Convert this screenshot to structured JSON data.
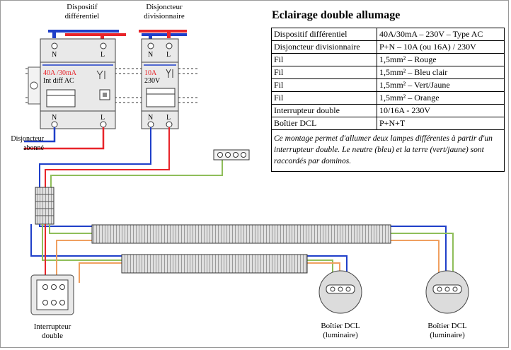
{
  "title": "Eclairage double allumage",
  "table": [
    [
      "Dispositif différentiel",
      "40A/30mA – 230V – Type AC"
    ],
    [
      "Disjoncteur divisionnaire",
      "P+N – 10A (ou 16A) / 230V"
    ],
    [
      "Fil",
      "1,5mm² – Rouge"
    ],
    [
      "Fil",
      "1,5mm² – Bleu clair"
    ],
    [
      "Fil",
      "1,5mm² – Vert/Jaune"
    ],
    [
      "Fil",
      "1,5mm² – Orange"
    ],
    [
      "Interrupteur double",
      "10/16A - 230V"
    ],
    [
      "Boîtier DCL",
      "P+N+T"
    ]
  ],
  "note": "Ce montage permet d'allumer deux lampes différentes à partir d'un interrupteur double. Le neutre (bleu) et la terre (vert/jaune) sont raccordés par dominos.",
  "labels": {
    "differential": "Dispositif\ndifférentiel",
    "breaker": "Disjoncteur\ndivisionnaire",
    "disjoncteur_abonne": "Disjoncteur\nabonné",
    "switch": "Interrupteur\ndouble",
    "dcl1": "Boîtier DCL\n(luminaire)",
    "dcl2": "Boîtier DCL\n(luminaire)"
  },
  "device_text": {
    "diff_rating": "40A /30mA",
    "diff_type": "Int diff AC",
    "breaker_rating": "10A",
    "breaker_voltage": "230V",
    "terminal_n": "N",
    "terminal_l": "L"
  },
  "colors": {
    "phase": "#e8242a",
    "neutral": "#1f3fc9",
    "earth": "#8fbe5a",
    "orange": "#f0a060",
    "device_fill": "#e9e9e9"
  }
}
